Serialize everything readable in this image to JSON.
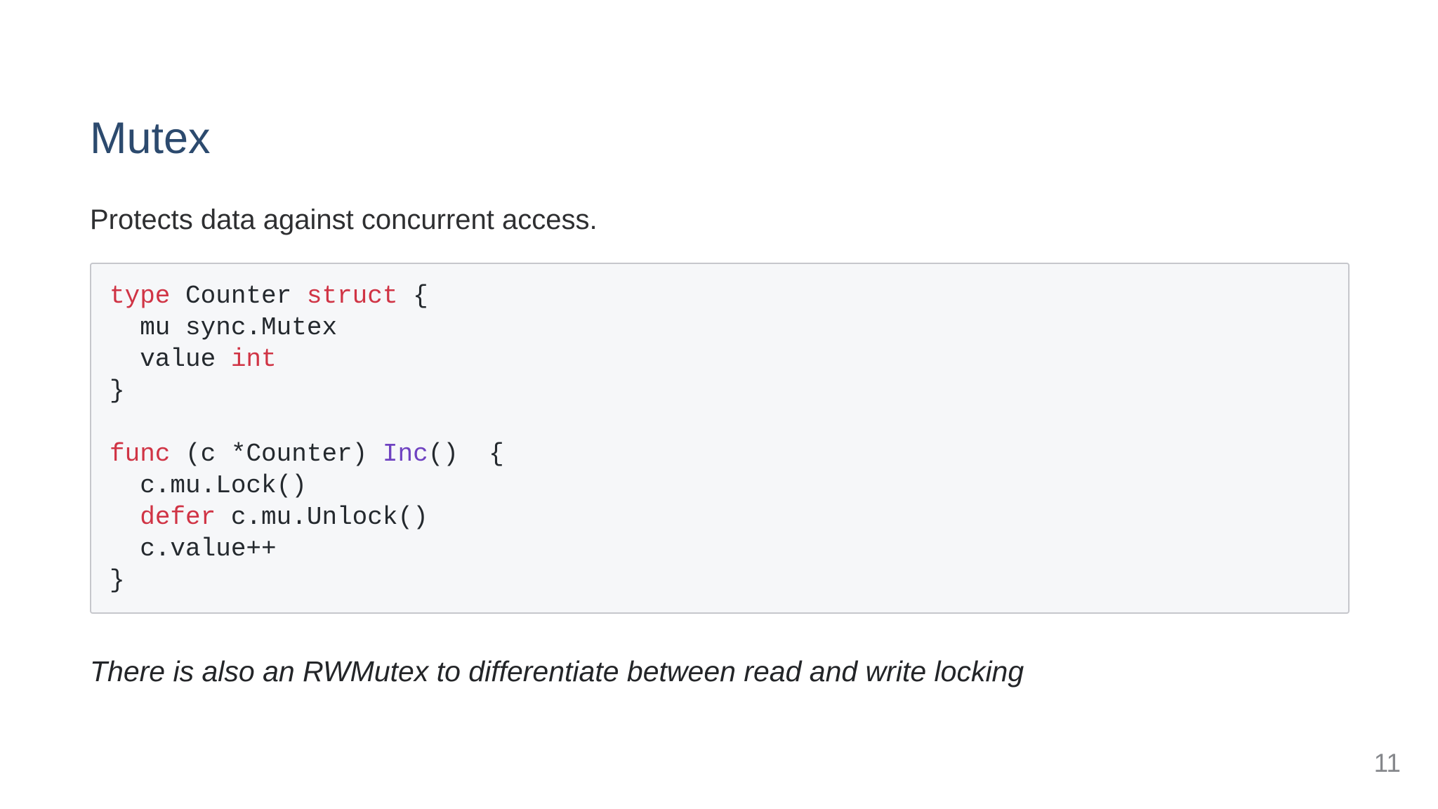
{
  "slide": {
    "title": "Mutex",
    "subtitle": "Protects data against concurrent access.",
    "note": "There is also an RWMutex to differentiate between read and write locking",
    "page_number": "11"
  },
  "colors": {
    "background": "#ffffff",
    "title": "#2c4a6e",
    "body_text": "#2e2f31",
    "note_text": "#232528",
    "page_number": "#85878b",
    "code_background": "#f6f7f9",
    "code_border": "#c6c7cc"
  },
  "code_block": {
    "language": "go",
    "token_colors": {
      "keyword": "#d03445",
      "function": "#6f42c1",
      "plain": "#24292e"
    },
    "lines": [
      [
        {
          "text": "type",
          "type": "keyword"
        },
        {
          "text": " Counter ",
          "type": "plain"
        },
        {
          "text": "struct",
          "type": "keyword"
        },
        {
          "text": " {",
          "type": "plain"
        }
      ],
      [
        {
          "text": "  mu sync.Mutex",
          "type": "plain"
        }
      ],
      [
        {
          "text": "  value ",
          "type": "plain"
        },
        {
          "text": "int",
          "type": "keyword"
        }
      ],
      [
        {
          "text": "}",
          "type": "plain"
        }
      ],
      [],
      [
        {
          "text": "func",
          "type": "keyword"
        },
        {
          "text": " (c *Counter) ",
          "type": "plain"
        },
        {
          "text": "Inc",
          "type": "function"
        },
        {
          "text": "()  {",
          "type": "plain"
        }
      ],
      [
        {
          "text": "  c.mu.Lock()",
          "type": "plain"
        }
      ],
      [
        {
          "text": "  ",
          "type": "plain"
        },
        {
          "text": "defer",
          "type": "keyword"
        },
        {
          "text": " c.mu.Unlock()",
          "type": "plain"
        }
      ],
      [
        {
          "text": "  c.value++",
          "type": "plain"
        }
      ],
      [
        {
          "text": "}",
          "type": "plain"
        }
      ]
    ]
  }
}
